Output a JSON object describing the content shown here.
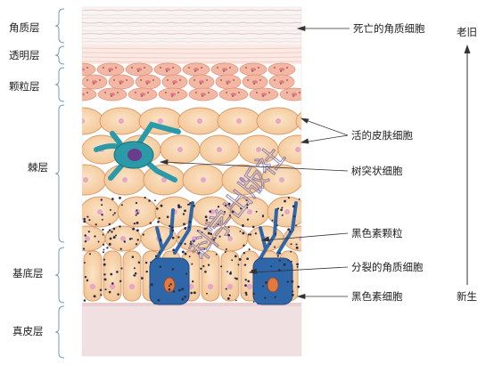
{
  "layers": [
    {
      "id": "stratum-corneum",
      "label": "角质层"
    },
    {
      "id": "stratum-lucidum",
      "label": "透明层"
    },
    {
      "id": "stratum-granulosum",
      "label": "颗粒层"
    },
    {
      "id": "stratum-spinosum",
      "label": "棘层"
    },
    {
      "id": "stratum-basale",
      "label": "基底层"
    },
    {
      "id": "dermis",
      "label": "真皮层"
    }
  ],
  "annotations": {
    "dead_keratinocytes": "死亡的角质细胞",
    "living_skin_cells": "活的皮肤细胞",
    "dendritic_cell": "树突状细胞",
    "melanin_granules": "黑色素颗粒",
    "dividing_keratinocytes": "分裂的角质细胞",
    "melanocyte": "黑色素细胞"
  },
  "age_axis": {
    "top": "老旧",
    "bottom": "新生"
  },
  "watermark": "科学出版社",
  "colors": {
    "cell_fill": "#f7d3a8",
    "cell_stroke": "#d79a6a",
    "nucleus": "#e6a6c4",
    "melanocyte": "#2f66a8",
    "dendritic": "#2a9aa8",
    "granular": "#f2b8a4",
    "dermis": "#f1e2e2"
  }
}
